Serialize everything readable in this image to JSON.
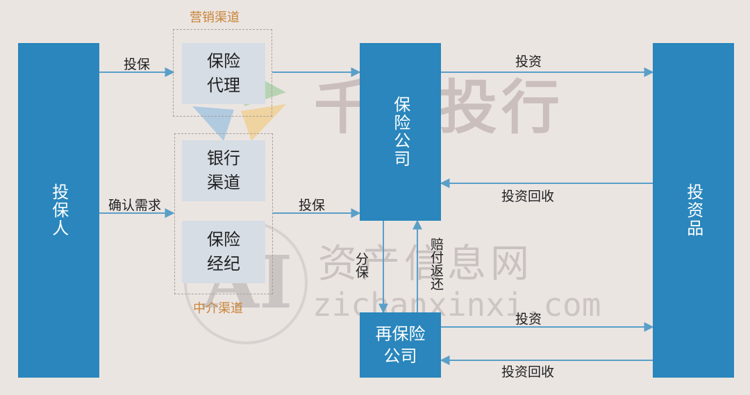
{
  "colors": {
    "box_fill": "#2a86bc",
    "arrow": "#5a9fc8",
    "inner_fill": "#d6dde4",
    "group_label": "#c9853a",
    "background": "#ebe5e2"
  },
  "nodes": {
    "policyholder": "投保人",
    "insurance_company": "保险公司",
    "investment_products": "投资品",
    "reinsurance_company": "再保险\n公司",
    "insurance_agency": "保险\n代理",
    "bank_channel": "银行\n渠道",
    "insurance_brokerage": "保险\n经纪"
  },
  "groups": {
    "marketing_channel": "营销渠道",
    "intermediary_channel": "中介渠道"
  },
  "edges": {
    "insure_1": "投保",
    "confirm_needs": "确认需求",
    "insure_2": "投保",
    "invest_1": "投资",
    "investment_recovery_1": "投资回收",
    "cede": "分保",
    "claim_return": "赔付返还",
    "invest_2": "投资",
    "investment_recovery_2": "投资回收"
  },
  "watermarks": {
    "brand_cn": "千际投行",
    "site_cn": "资产信息网",
    "site_url": "zichanxinxi.com",
    "ai": "AI"
  }
}
